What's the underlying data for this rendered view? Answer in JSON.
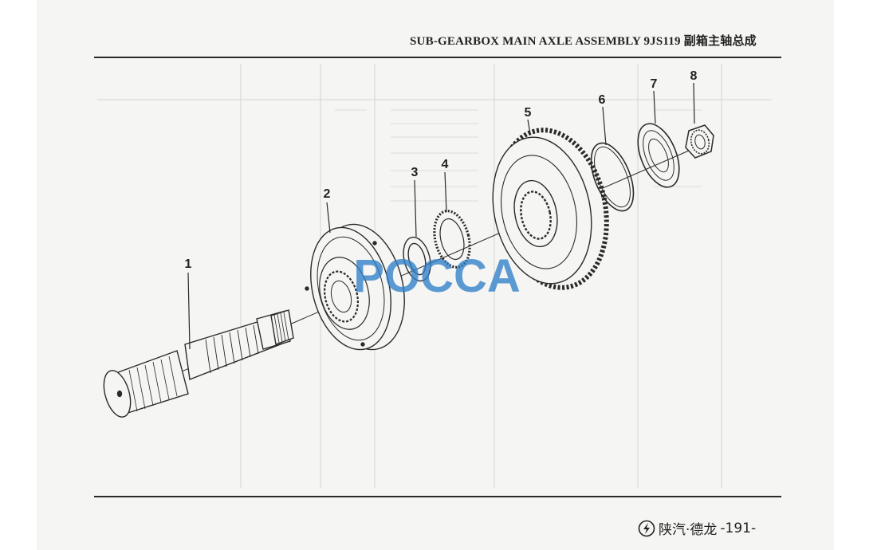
{
  "header": {
    "title": "SUB-GEARBOX MAIN AXLE ASSEMBLY    9JS119 副箱主轴总成"
  },
  "diagram": {
    "callouts": [
      "1",
      "2",
      "3",
      "4",
      "5",
      "6",
      "7",
      "8"
    ],
    "watermark": "POCCA"
  },
  "footer": {
    "brand": "陕汽·德龙",
    "page_number": "-191-"
  },
  "colors": {
    "ink": "#2a2a2a",
    "watermark": "#2f7fc9",
    "faded_table": "#c8c8c8"
  }
}
